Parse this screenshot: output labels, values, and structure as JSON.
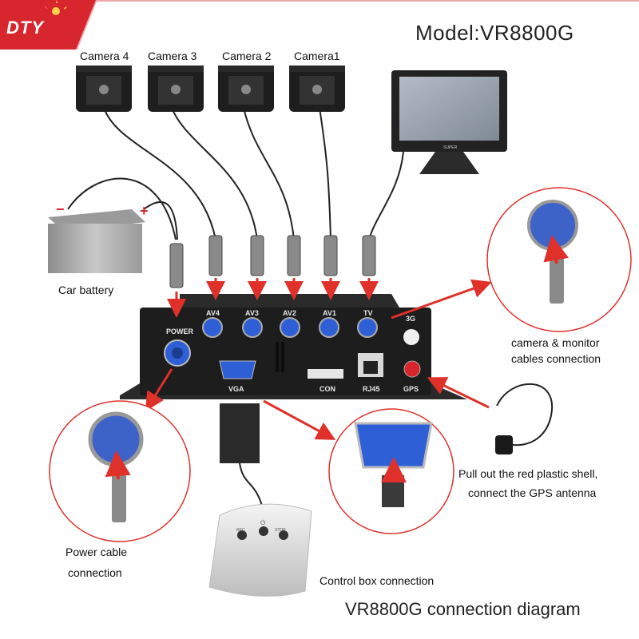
{
  "header": {
    "brand": "DTY",
    "model": "Model:VR8800G"
  },
  "cameras": [
    "Camera 4",
    "Camera 3",
    "Camera 2",
    "Camera1"
  ],
  "battery": {
    "label": "Car battery",
    "minus": "−",
    "plus": "+"
  },
  "dvr": {
    "power": "POWER",
    "av_ports": [
      "AV4",
      "AV3",
      "AV2",
      "AV1",
      "TV"
    ],
    "port_3g": "3G",
    "vga": "VGA",
    "con": "CON",
    "rj45": "RJ45",
    "gps": "GPS"
  },
  "control_box": {
    "rec": "REC",
    "stop": "STOP",
    "power_symbol": "⏻"
  },
  "monitor": {
    "brand_text": "SUPER"
  },
  "captions": {
    "camera_monitor": [
      "camera & monitor",
      "cables connection"
    ],
    "gps": [
      "Pull out the red plastic shell,",
      "connect the GPS antenna"
    ],
    "power": [
      "Power cable",
      "connection"
    ],
    "control_box": "Control box connection"
  },
  "footer": {
    "title": "VR8800G connection diagram"
  },
  "colors": {
    "brand_red": "#d8262e",
    "arrow_red": "#e0302a",
    "device_black": "#1d1d1d",
    "port_blue": "#2f5fd6",
    "screen": "#9aa3ad"
  }
}
